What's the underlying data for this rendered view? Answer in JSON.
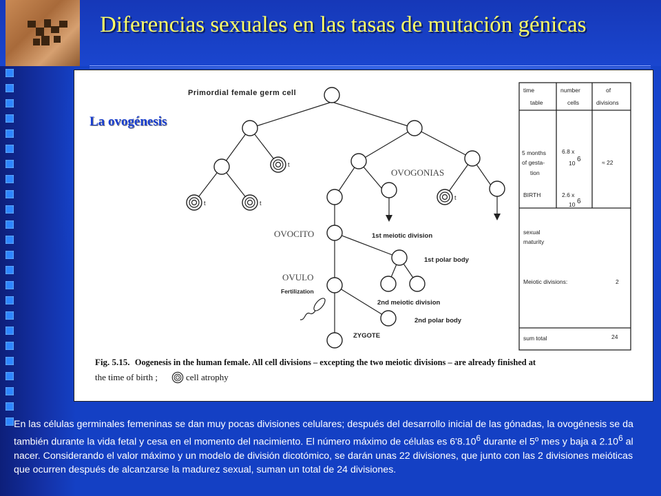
{
  "slide": {
    "title": "Diferencias sexuales en las tasas de mutación génicas",
    "colors": {
      "title": "#ffff66",
      "background": "#1f55e2",
      "overlay_label": "#1a3fd0"
    }
  },
  "diagram": {
    "overlay_label": "La ovogénesis",
    "root_label": "Primordial female germ cell",
    "ovogonias_label": "OVOGONIAS",
    "ovocito_label": "OVOCITO",
    "ovulo_label": "OVULO",
    "fertilization_label": "Fertilization",
    "first_meiotic_label": "1st meiotic division",
    "first_polar_label": "1st polar body",
    "second_meiotic_label": "2nd meiotic division",
    "second_polar_label": "2nd polar body",
    "zygote_label": "ZYGOTE",
    "atrophy_mark": "t",
    "fig_number": "Fig. 5.15.",
    "fig_caption": "Oogenesis in the human female. All cell divisions – excepting the two meiotic divisions – are already finished at",
    "fig_caption_2": "the time of birth ;",
    "fig_caption_3": "cell atrophy",
    "table": {
      "h_time": "time",
      "h_table": "table",
      "h_number": "number",
      "h_of": "of",
      "h_cells": "cells",
      "h_divisions": "divisions",
      "r1_time_1": "5 months",
      "r1_time_2": "of gesta-",
      "r1_time_3": "tion",
      "r1_cells_1": "6.8 x",
      "r1_cells_2": "10",
      "r1_cells_exp": "6",
      "r1_div": "≈ 22",
      "r2_time": "BIRTH",
      "r2_cells_1": "2.6 x",
      "r2_cells_2": "10",
      "r2_cells_exp": "6",
      "r3_time_1": "sexual",
      "r3_time_2": "maturity",
      "r4_label": "Meiotic divisions:",
      "r4_val": "2",
      "r5_label": "sum total",
      "r5_val": "24"
    }
  },
  "caption": {
    "p1": "En las células germinales femeninas se dan muy pocas divisiones celulares; después del desarrollo inicial de las gónadas, la ovogénesis se da también durante la vida fetal y cesa en el momento del nacimiento. El número máximo de células  es  6'8.10",
    "p1_exp": "6",
    "p2": " durante el 5º mes y baja a 2.10",
    "p2_exp": "6",
    "p3": " al nacer. Considerando el valor máximo y un modelo de división dicotómico, se darán unas 22 divisiones, que junto con las 2 divisiones meióticas que ocurren después de alcanzarse la madurez sexual, suman un total de 24 divisiones."
  }
}
